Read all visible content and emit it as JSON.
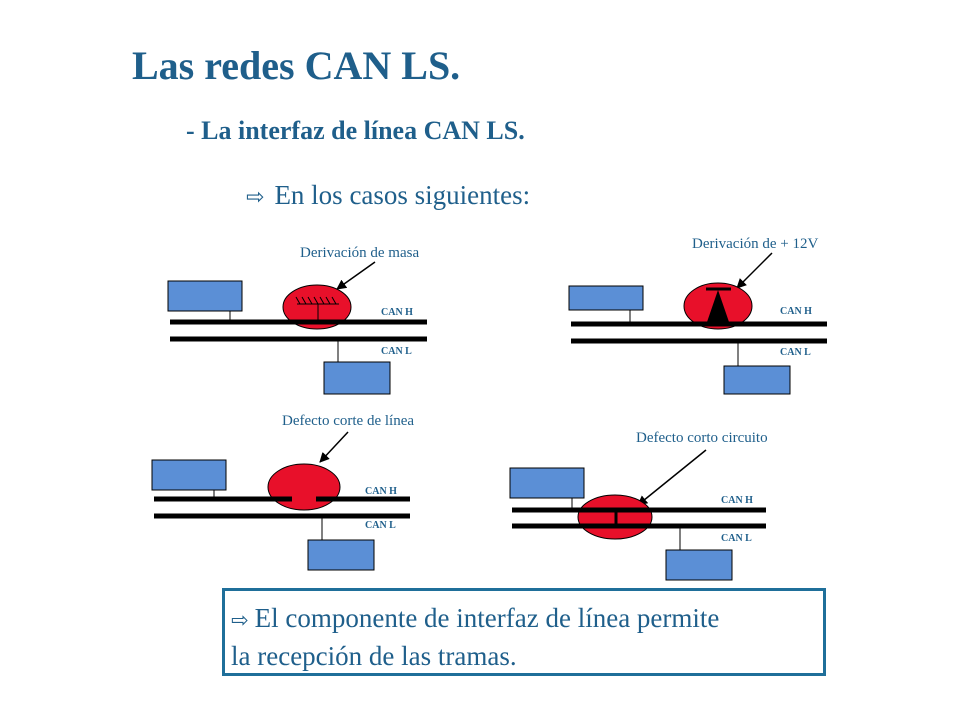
{
  "slide": {
    "title": "Las redes CAN LS.",
    "subtitle": "- La interfaz de línea CAN LS.",
    "bullet": "En los casos siguientes:",
    "note_line1": "El componente de interfaz de línea permite",
    "note_line2": "la recepción de las tramas."
  },
  "diagrams": [
    {
      "caption": "Derivación de masa",
      "can_h": "CAN H",
      "can_l": "CAN L"
    },
    {
      "caption": "Derivación de + 12V",
      "can_h": "CAN H",
      "can_l": "CAN L"
    },
    {
      "caption": "Defecto corte de línea",
      "can_h": "CAN H",
      "can_l": "CAN L"
    },
    {
      "caption": "Defecto corto circuito",
      "can_h": "CAN H",
      "can_l": "CAN L"
    }
  ],
  "colors": {
    "text_blue": "#1f5f8b",
    "box_fill": "#5b8fd6",
    "fault_red": "#e8102a",
    "note_border": "#1f6f9a"
  },
  "icons": {
    "bullet": "arrow-hollow-icon"
  }
}
